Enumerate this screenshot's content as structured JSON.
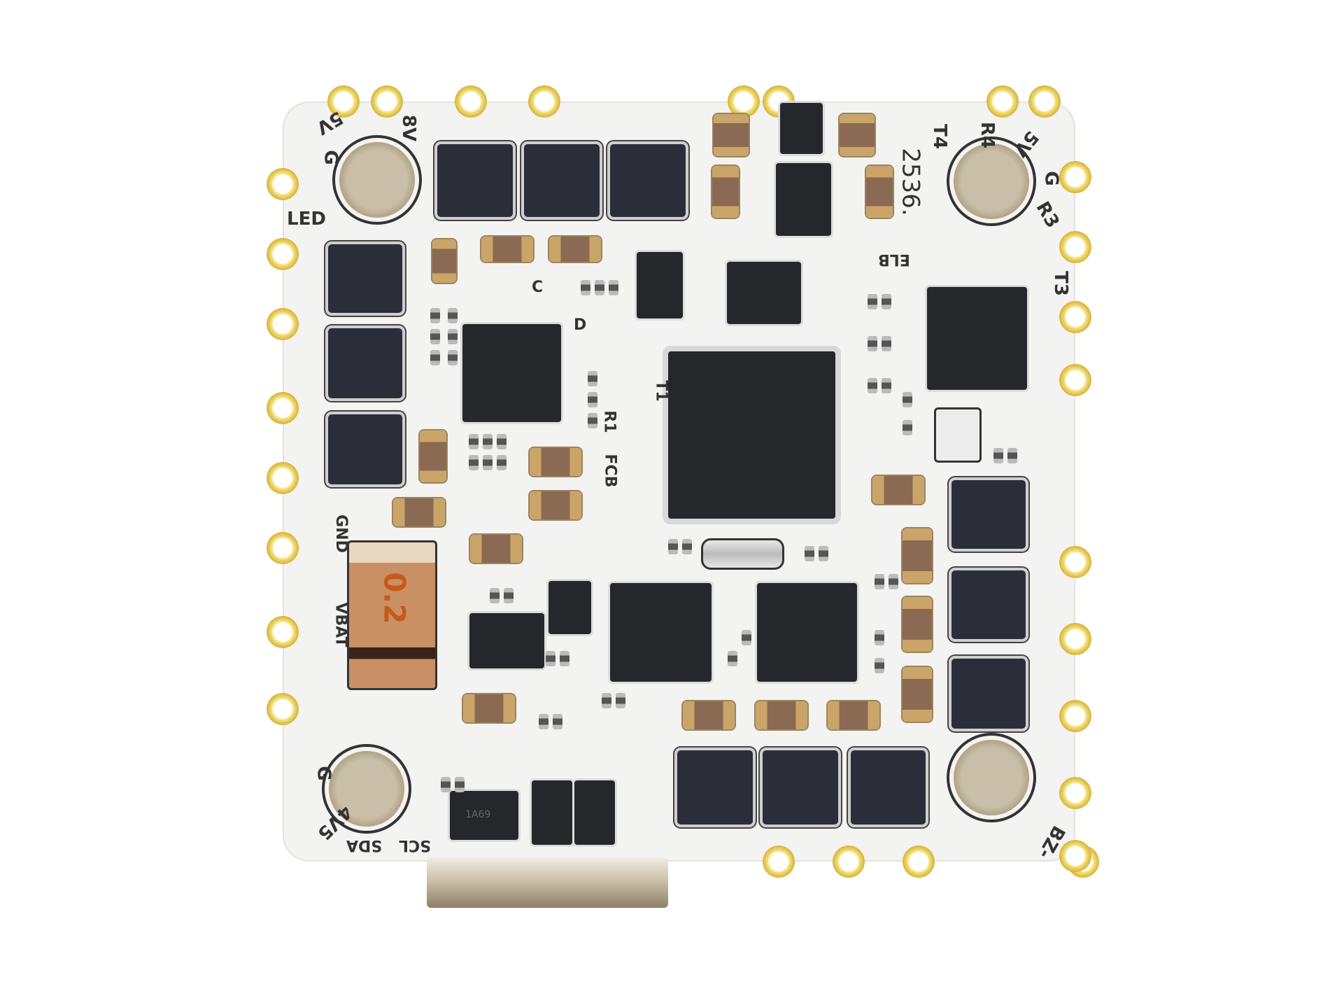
{
  "silkscreen": {
    "top_left": [
      "5V",
      "G",
      "8V",
      "LED"
    ],
    "left": [
      "GND",
      "VBAT"
    ],
    "bottom_left": [
      "G",
      "4V5",
      "SDA",
      "SCL"
    ],
    "top_right": [
      "T4",
      "R4",
      "5V",
      "G",
      "R3",
      "T3"
    ],
    "bottom_right": "BZ-",
    "date_code": "2536.",
    "center": [
      "ELB",
      "T1",
      "R1",
      "FCB",
      "C",
      "D"
    ]
  },
  "component_markings": {
    "shunt_resistor": "0.2",
    "regulator": "1A69"
  },
  "colors": {
    "board": "#f3f3f1",
    "gold_pad": "#e7c866",
    "chip": "#26272b",
    "capacitor": "#8a6a52"
  }
}
